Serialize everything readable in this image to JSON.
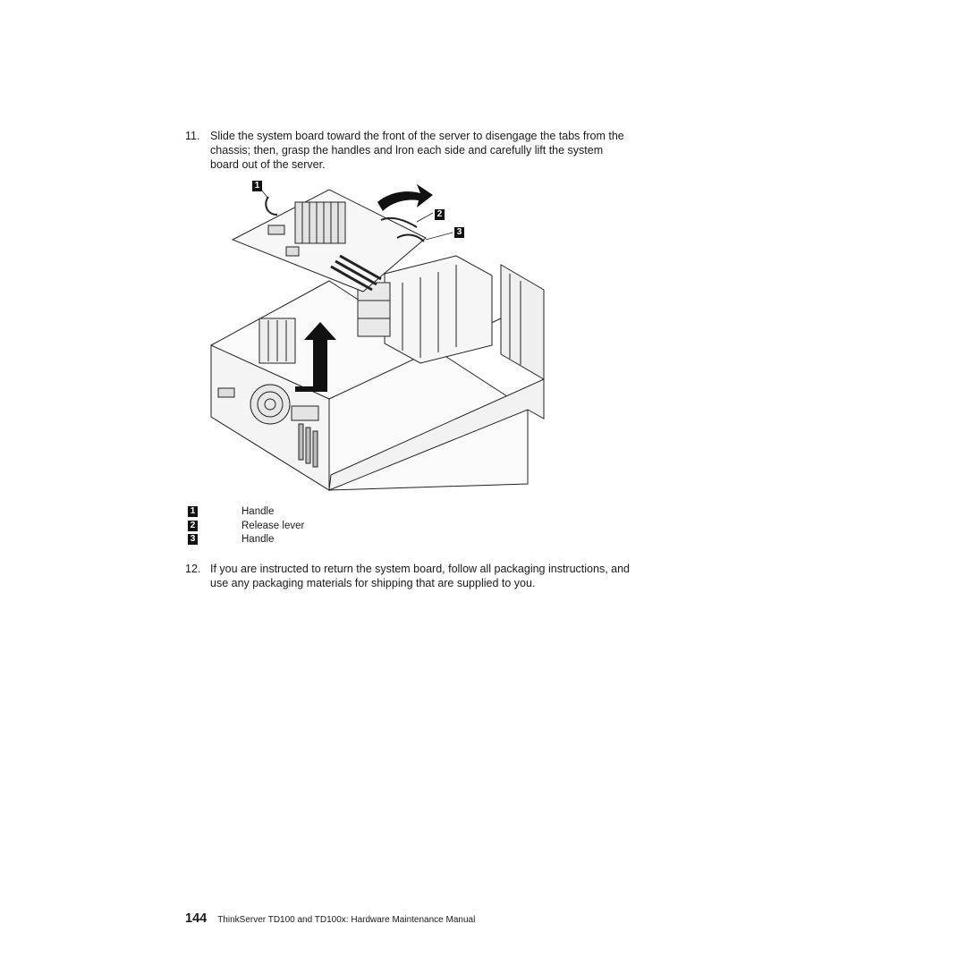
{
  "steps": [
    {
      "number": "11.",
      "text": "Slide the system board toward the front of the server to disengage the tabs from the chassis; then, grasp the handles and lron each side and carefully lift the system board out of the server."
    },
    {
      "number": "12.",
      "text": "If you are instructed to return the system board, follow all packaging instructions, and use any packaging materials for shipping that are supplied to you."
    }
  ],
  "figure": {
    "callouts": [
      "1",
      "2",
      "3"
    ]
  },
  "legend": [
    {
      "callout": "1",
      "label": "Handle"
    },
    {
      "callout": "2",
      "label": "Release lever"
    },
    {
      "callout": "3",
      "label": "Handle"
    }
  ],
  "footer": {
    "page_number": "144",
    "title": "ThinkServer TD100 and TD100x: Hardware Maintenance Manual"
  }
}
